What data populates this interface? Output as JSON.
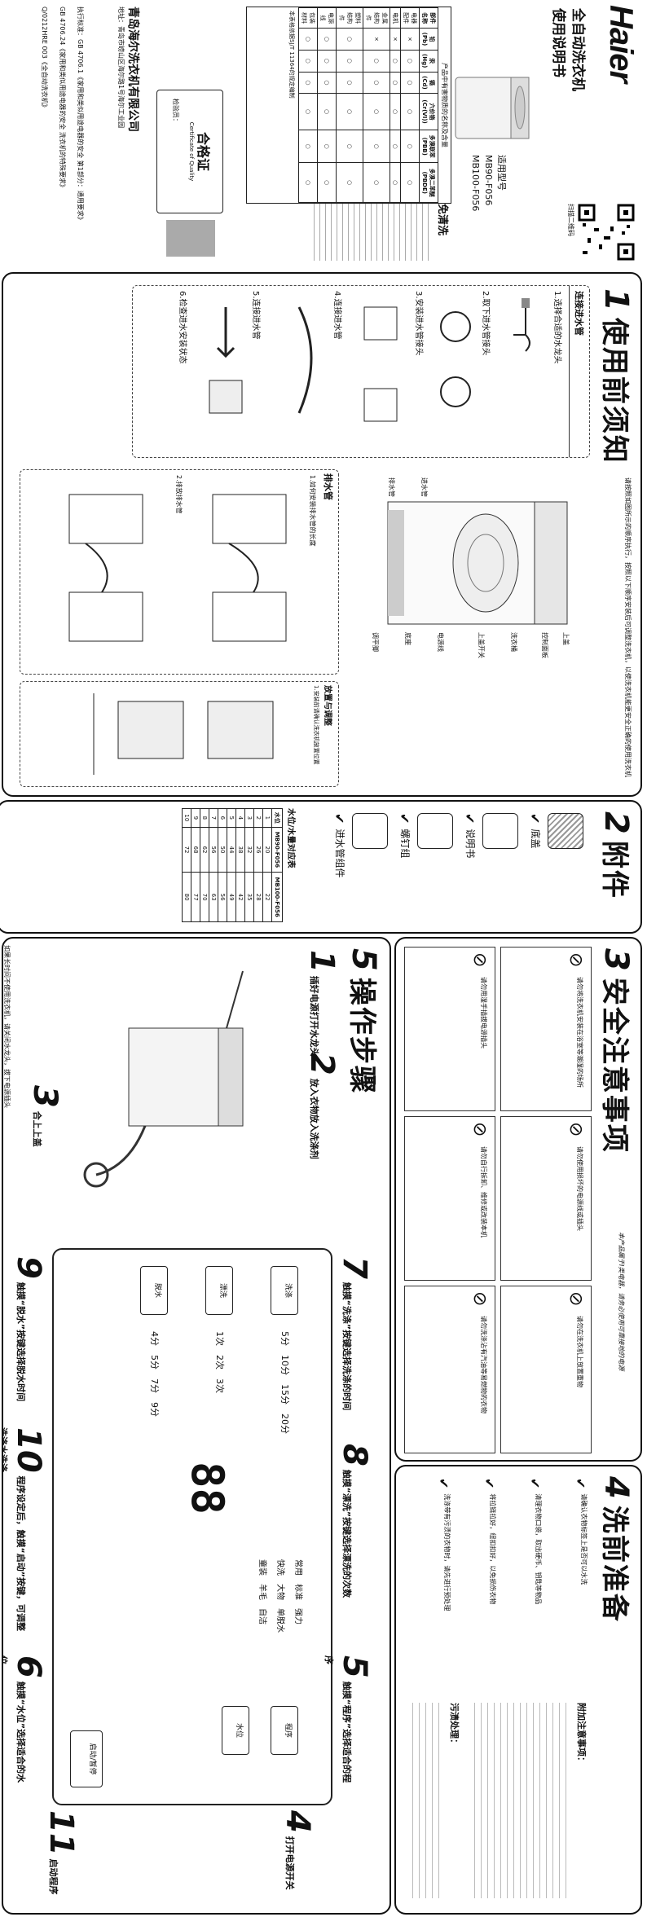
{
  "brand": "Haier",
  "product": {
    "name_line1": "全自动洗衣机",
    "name_line2": "使用说明书",
    "models_label": "适用型号",
    "models": [
      "MB90-F056",
      "MB100-F056"
    ],
    "free_clean_title": "免清洗",
    "qr_caption": "扫描二维码"
  },
  "section1": {
    "num": "1",
    "title": "使用前须知",
    "intro": "请按照如图所示的顺序执行，按照以下顺序安装后可调整洗衣机，以使洗衣机能更安全正确的使用洗衣机",
    "inlet_title": "连接进水管",
    "steps": [
      "1.选择合适的水龙头",
      "2.取下进水管接头",
      "3.安装进水管接头",
      "4.连接进水管",
      "5.连接进水管",
      "6.检查进水安装状态"
    ],
    "drain_title": "排水管",
    "drain_steps": [
      "1.如何安装排水管的长度",
      "2.排放排水管"
    ],
    "parts": [
      "上盖",
      "控制面板",
      "洗衣桶",
      "上盖开关",
      "进水管",
      "排水管",
      "电源线",
      "底座",
      "调平脚"
    ],
    "install_title": "放置与调整",
    "install_note": "1.安装前请确认洗衣机放置位置"
  },
  "accessories": {
    "num": "2",
    "title": "附件",
    "items": [
      "底盖",
      "说明书",
      "螺钉组",
      "进水管组件"
    ]
  },
  "safety": {
    "num": "3",
    "title": "安全注意事项",
    "note": "本产品属于Ⅰ类电器，请务必使用可靠接地的电源",
    "warnings": [
      "请勿将洗衣机安装在浴室等潮湿的场所",
      "请勿用湿手插拔电源插头",
      "请勿使用损坏的电源线或插头",
      "请勿自行拆卸、维修或改装本机",
      "请勿在洗衣机上放置重物",
      "请勿洗涤沾有汽油等易燃物的衣物"
    ]
  },
  "prewash": {
    "num": "4",
    "title": "洗前准备",
    "items": [
      "请确认衣物标签上是否可以水洗",
      "清理衣物口袋，取出硬币、钥匙等物品",
      "将拉链拉好，纽扣扣好，以免损伤衣物",
      "洗涤带有污渍的衣物时，请先进行预处理"
    ],
    "notes_title": "附加注意事项：",
    "tip_title": "污渍处理："
  },
  "operation": {
    "num": "5",
    "title": "操作步骤",
    "steps": [
      {
        "n": "1",
        "text": "插好电源打开水龙头"
      },
      {
        "n": "2",
        "text": "放入衣物放入洗涤剂"
      },
      {
        "n": "3",
        "text": "合上上盖"
      }
    ],
    "panel_steps": [
      {
        "n": "4",
        "text": "打开电源开关"
      },
      {
        "n": "5",
        "text": "触摸“程序”选择适合的程序"
      },
      {
        "n": "6",
        "text": "触摸“水位”选择适合的水位"
      },
      {
        "n": "7",
        "text": "触摸“洗涤”按键选择洗涤的时间"
      },
      {
        "n": "8",
        "text": "触摸“漂洗”按键选择漂洗的次数"
      },
      {
        "n": "9",
        "text": "触摸“脱水”按键选择脱水时间"
      },
      {
        "n": "10",
        "text": "程序设定后，触摸“启动”按键，可调整洗涤水洗涤"
      },
      {
        "n": "11",
        "text": "启动程序"
      }
    ],
    "panel": {
      "display": "88",
      "buttons": [
        "程序",
        "水位",
        "洗涤",
        "漂洗",
        "脱水",
        "启动/暂停"
      ],
      "programs": [
        "常用",
        "标准",
        "强力",
        "快洗",
        "大物",
        "单脱水",
        "童装",
        "羊毛",
        "自洁"
      ],
      "levels": [
        "5分",
        "10分",
        "15分",
        "20分"
      ],
      "rinse": [
        "1次",
        "2次",
        "3次"
      ],
      "spin": [
        "4分",
        "5分",
        "7分",
        "9分"
      ]
    },
    "note": "如果长时间不使用洗衣机，请关闭水龙头，拔下电源插头"
  },
  "water_table": {
    "title": "水位/水量对应表",
    "headers": [
      "水位",
      "MB90-F056",
      "MB100-F056"
    ],
    "rows": [
      [
        "1",
        "20",
        "22"
      ],
      [
        "2",
        "26",
        "28"
      ],
      [
        "3",
        "32",
        "35"
      ],
      [
        "4",
        "38",
        "42"
      ],
      [
        "5",
        "44",
        "49"
      ],
      [
        "6",
        "50",
        "56"
      ],
      [
        "7",
        "56",
        "63"
      ],
      [
        "8",
        "62",
        "70"
      ],
      [
        "9",
        "68",
        "77"
      ],
      [
        "10",
        "72",
        "80"
      ]
    ]
  },
  "hazard": {
    "title": "产品中有害物质的名称及含量",
    "headers": [
      "部件名称",
      "铅(Pb)",
      "汞(Hg)",
      "镉(Cd)",
      "六价铬(Cr(VI))",
      "多溴联苯(PBB)",
      "多溴二苯醚(PBDE)"
    ],
    "rows": [
      [
        "电器配件",
        "×",
        "○",
        "○",
        "○",
        "○",
        "○"
      ],
      [
        "电机",
        "×",
        "○",
        "○",
        "○",
        "○",
        "○"
      ],
      [
        "金属结构件",
        "×",
        "○",
        "○",
        "○",
        "○",
        "○"
      ],
      [
        "塑料结构件",
        "○",
        "○",
        "○",
        "○",
        "○",
        "○"
      ],
      [
        "电源线",
        "○",
        "○",
        "○",
        "○",
        "○",
        "○"
      ],
      [
        "包装材料",
        "○",
        "○",
        "○",
        "○",
        "○",
        "○"
      ]
    ],
    "note": "本表格依据SJ/T 11364的规定编制"
  },
  "certificate": {
    "title": "合格证",
    "subtitle": "Certificate of Quality",
    "inspector": "检验员："
  },
  "company": {
    "name": "青岛海尔洗衣机有限公司",
    "address": "地址：青岛市崂山区海尔路1号海尔工业园"
  },
  "standards": [
    "执行标准：GB 4706.1《家用和类似用途电器的安全 第1部分：通用要求》",
    "GB 4706.24《家用和类似用途电器的安全 洗衣机的特殊要求》",
    "Q/0212HRE 003《全自动洗衣机》"
  ]
}
